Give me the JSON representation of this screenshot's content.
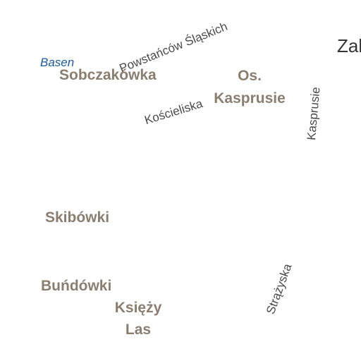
{
  "map": {
    "districts": {
      "sobczakowka": "Sobczakówka",
      "os_kasprusie_line1": "Os.",
      "os_kasprusie_line2": "Kasprusie",
      "skibowki": "Skibówki",
      "bundowki": "Buńdówki",
      "ksiezy_las_line1": "Księży",
      "ksiezy_las_line2": "Las"
    },
    "streets": {
      "powstancow_slaskich": "Powstańców Śląskich",
      "koscieliska": "Kościeliska",
      "kasprusie": "Kasprusie",
      "strazyska": "Strążyska"
    },
    "pois": {
      "basen": "Basen"
    },
    "towns": {
      "zakopane_partial": "Zak"
    },
    "colors": {
      "background": "#ffffff",
      "district_label": "#8a7e70",
      "street_label": "#4a4a4a",
      "poi_label": "#1e5a99",
      "town_label": "#333333"
    }
  }
}
